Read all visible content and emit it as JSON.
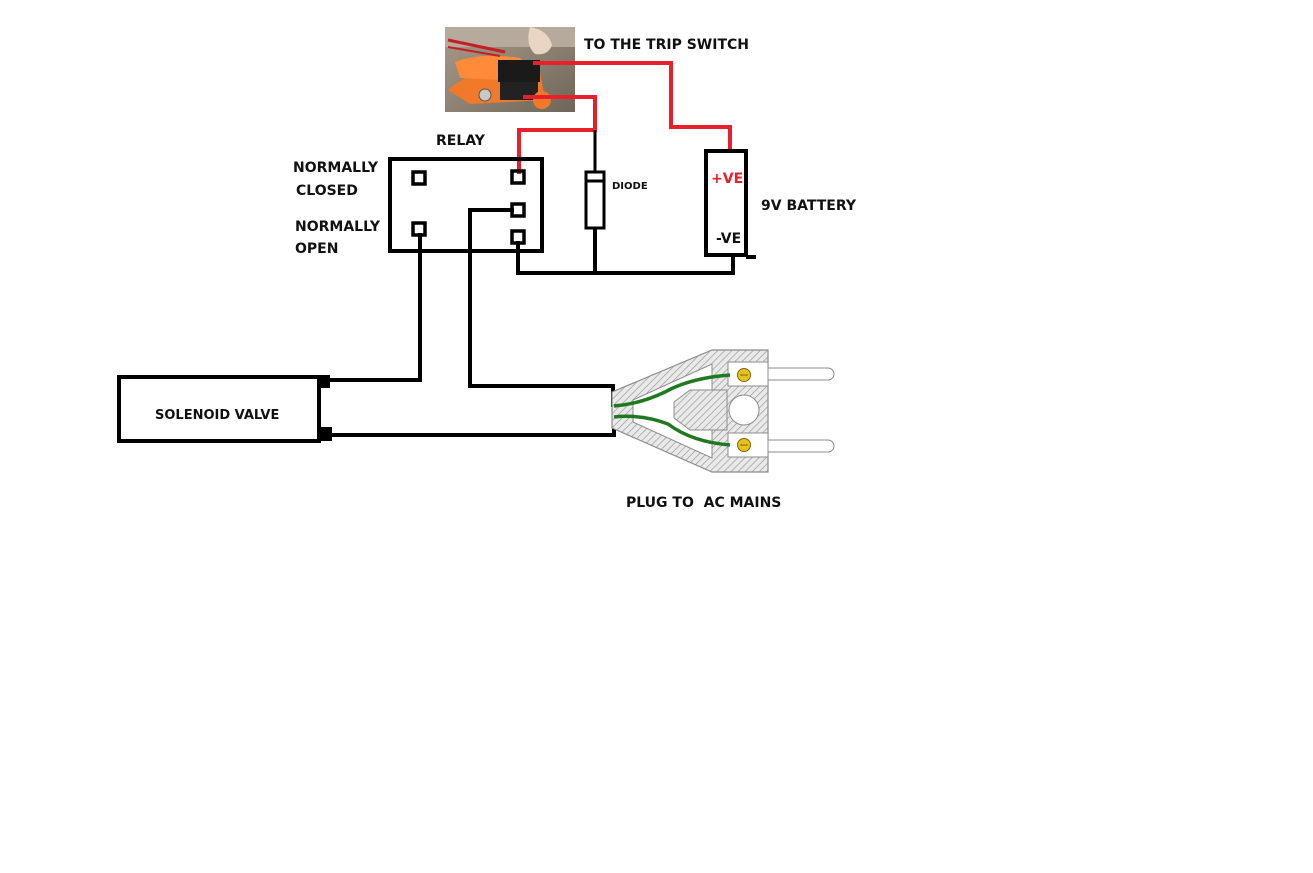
{
  "labels": {
    "trip_switch": "TO THE TRIP SWITCH",
    "relay": "RELAY",
    "normally_closed_line1": "NORMALLY",
    "normally_closed_line2": "CLOSED",
    "normally_open_line1": "NORMALLY",
    "normally_open_line2": "OPEN",
    "diode": "DIODE",
    "battery": "9V BATTERY",
    "battery_positive": "+VE",
    "battery_negative": "-VE",
    "solenoid": "SOLENOID VALVE",
    "plug": "PLUG TO  AC MAINS"
  },
  "colors": {
    "wire_black": "#000000",
    "wire_red": "#e8202a",
    "wire_green": "#1f7a1f",
    "positive_label": "#e8202a",
    "plug_hatch": "#9a9a9a",
    "plug_screw": "#e6c21a"
  },
  "icons": {
    "trip_switch_photo": "trip-switch-photo-icon",
    "plug": "ac-plug-icon"
  }
}
